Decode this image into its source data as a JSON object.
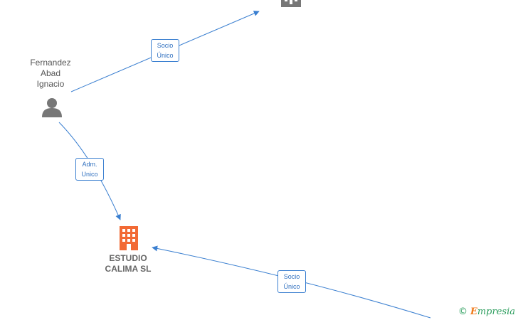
{
  "nodes": {
    "person": {
      "label": "Fernandez\nAbad\nIgnacio",
      "icon": "person-icon",
      "color": "#777777"
    },
    "company_main": {
      "label": "ESTUDIO\nCALIMA  SL",
      "icon": "building-icon",
      "color": "#f26a35"
    },
    "company_top": {
      "label": "",
      "icon": "building-icon",
      "color": "#777777"
    }
  },
  "edges": [
    {
      "id": "person-to-top",
      "line1": "Socio",
      "line2": "Único"
    },
    {
      "id": "person-to-main",
      "line1": "Adm.",
      "line2": "Unico"
    },
    {
      "id": "offscreen-to-main",
      "line1": "Socio",
      "line2": "Único"
    }
  ],
  "watermark": {
    "symbol": "©",
    "brand_initial": "E",
    "brand_rest": "mpresia"
  },
  "colors": {
    "edge": "#3a7fd0"
  }
}
